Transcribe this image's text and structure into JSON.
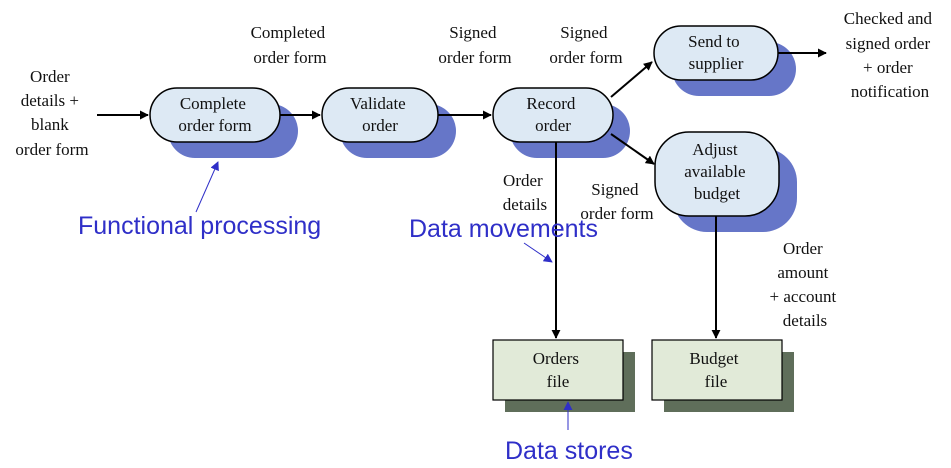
{
  "processes": {
    "complete": [
      "Complete",
      "order form"
    ],
    "validate": [
      "Validate",
      "order"
    ],
    "record": [
      "Record",
      "order"
    ],
    "send": [
      "Send to",
      "supplier"
    ],
    "adjust": [
      "Adjust",
      "available",
      "budget"
    ]
  },
  "stores": {
    "orders": [
      "Orders",
      "file"
    ],
    "budget": [
      "Budget",
      "file"
    ]
  },
  "flows": {
    "input": [
      "Order",
      "details +",
      "blank",
      "order form"
    ],
    "completed": [
      "Completed",
      "order form"
    ],
    "signed1": [
      "Signed",
      "order form"
    ],
    "signed2": [
      "Signed",
      "order form"
    ],
    "output": [
      "Checked and",
      "signed order",
      "+ order",
      "notification"
    ],
    "order_details": [
      "Order",
      "details"
    ],
    "signed3": [
      "Signed",
      "order form"
    ],
    "order_amount": [
      "Order",
      "amount",
      "+ account",
      "details"
    ]
  },
  "annotations": {
    "functional": "Functional processing",
    "movements": "Data movements",
    "stores": "Data stores"
  },
  "colors": {
    "node_fill": "#dde9f4",
    "node_shadow": "#6676c8",
    "store_fill": "#e1ead8",
    "store_shadow": "#5f6e5a",
    "annotation": "#2f2fc8"
  }
}
